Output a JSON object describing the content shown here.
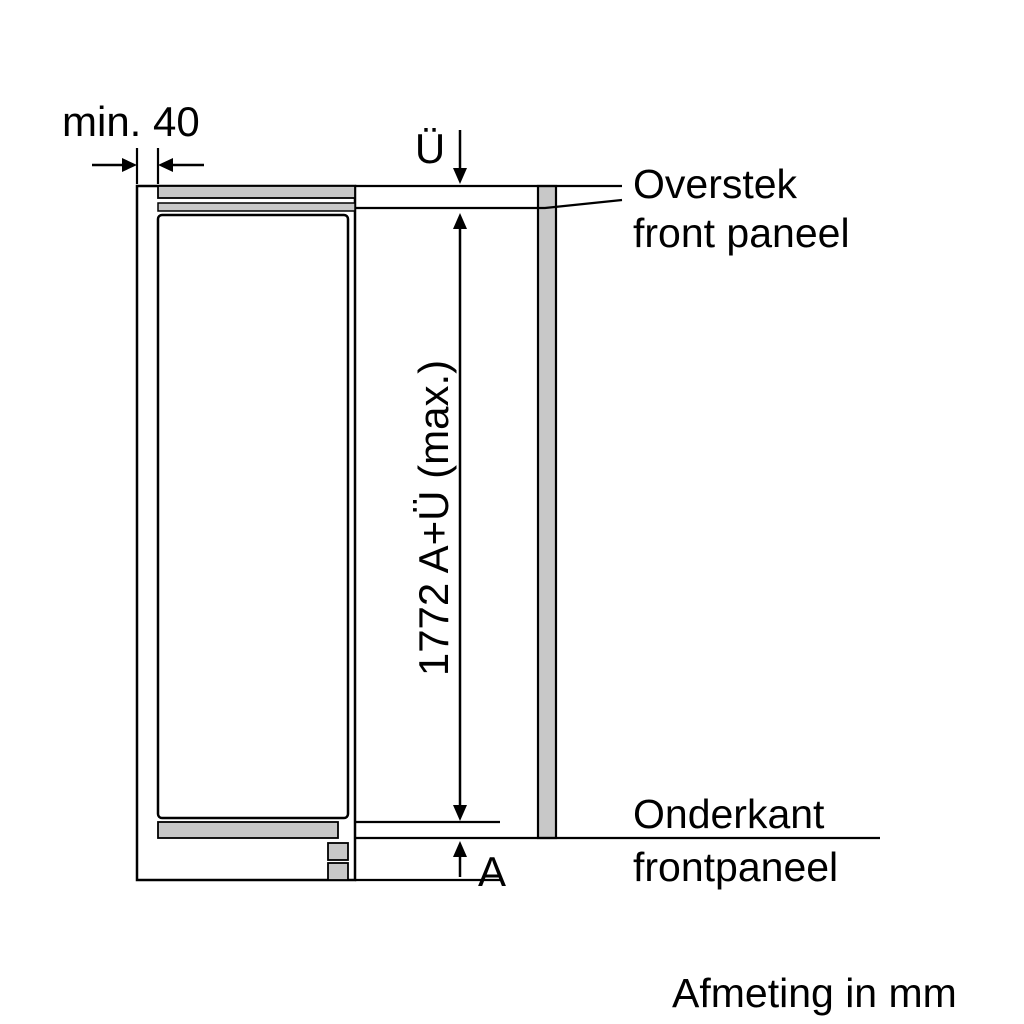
{
  "diagram": {
    "labels": {
      "min_width": "min. 40",
      "overhang": "Ü",
      "height": "1772 A+Ü (max.)",
      "bottom_gap": "A",
      "overstek_line1": "Overstek",
      "overstek_line2": "front paneel",
      "onderkant_line1": "Onderkant",
      "onderkant_line2": "frontpaneel",
      "units": "Afmeting in mm"
    },
    "colors": {
      "line": "#000000",
      "panel_fill": "#c8c8c8",
      "background": "#ffffff"
    }
  }
}
